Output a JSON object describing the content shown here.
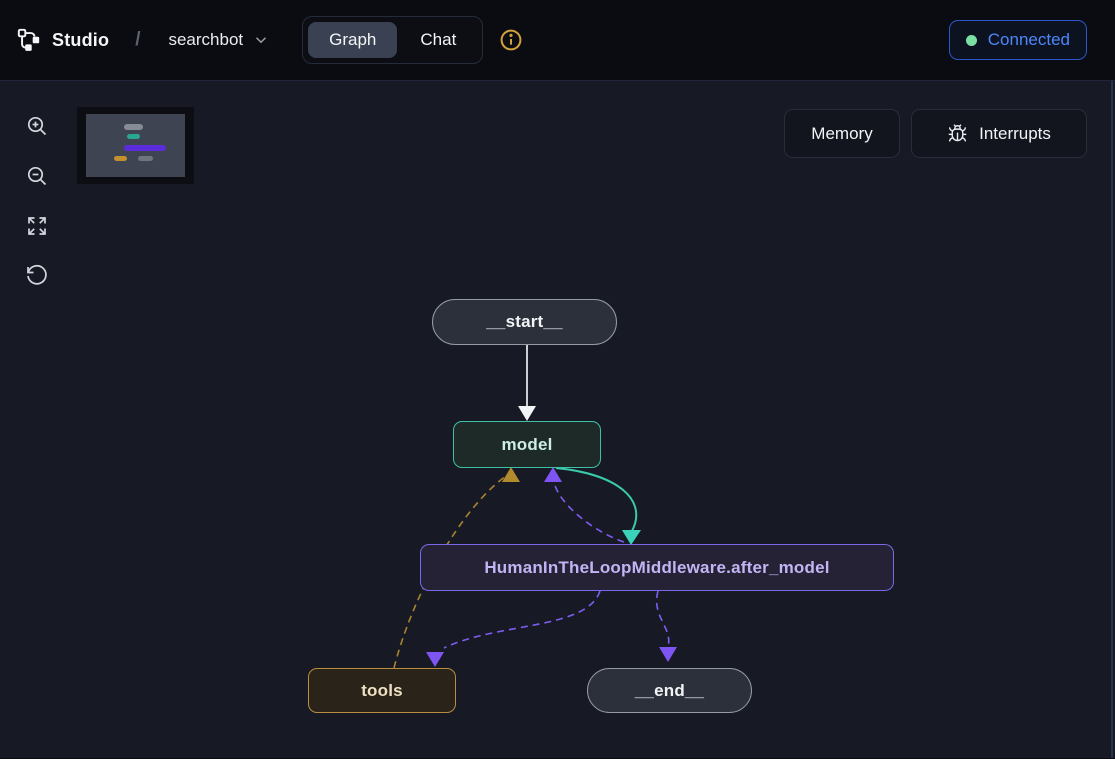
{
  "header": {
    "app_name": "Studio",
    "breadcrumb_separator": "/",
    "project": {
      "name": "searchbot"
    },
    "tabs": [
      {
        "label": "Graph",
        "active": true
      },
      {
        "label": "Chat",
        "active": false
      }
    ],
    "connection": {
      "label": "Connected",
      "dot_color": "#7be0a4",
      "text_color": "#4d86f8"
    },
    "info_icon_color": "#d3a23c"
  },
  "canvas": {
    "controls": [
      {
        "name": "zoom-in"
      },
      {
        "name": "zoom-out"
      },
      {
        "name": "fit-view"
      },
      {
        "name": "reset-view"
      }
    ],
    "buttons": {
      "memory": "Memory",
      "interrupts": "Interrupts"
    },
    "minimap": {
      "bars": [
        {
          "node": "__start__",
          "color": "#878c94"
        },
        {
          "node": "model",
          "color": "#2aa691"
        },
        {
          "node": "HumanInTheLoopMiddleware.after_model",
          "color": "#5a2dd8"
        },
        {
          "node": "tools",
          "color": "#c2912e"
        },
        {
          "node": "__end__",
          "color": "#6f747d"
        }
      ]
    }
  },
  "graph": {
    "nodes": [
      {
        "id": "__start__",
        "label": "__start__",
        "kind": "terminal",
        "accent": "#959ba4"
      },
      {
        "id": "model",
        "label": "model",
        "kind": "agent",
        "accent": "#3fc0a4"
      },
      {
        "id": "HumanInTheLoopMiddleware.after_model",
        "label": "HumanInTheLoopMiddleware.after_model",
        "kind": "middleware",
        "accent": "#7a68ec"
      },
      {
        "id": "tools",
        "label": "tools",
        "kind": "tools",
        "accent": "#b68e3d"
      },
      {
        "id": "__end__",
        "label": "__end__",
        "kind": "terminal",
        "accent": "#959ba4"
      }
    ],
    "edges": [
      {
        "from": "__start__",
        "to": "model",
        "style": "solid",
        "color": "#eceef2"
      },
      {
        "from": "model",
        "to": "HumanInTheLoopMiddleware.after_model",
        "style": "solid",
        "color": "#3bcaab"
      },
      {
        "from": "HumanInTheLoopMiddleware.after_model",
        "to": "model",
        "style": "dashed",
        "color": "#7e5cf0"
      },
      {
        "from": "tools",
        "to": "model",
        "style": "dashed",
        "color": "#a8842f"
      },
      {
        "from": "HumanInTheLoopMiddleware.after_model",
        "to": "tools",
        "style": "dashed",
        "color": "#7e5cf0"
      },
      {
        "from": "HumanInTheLoopMiddleware.after_model",
        "to": "__end__",
        "style": "dashed",
        "color": "#7e5cf0"
      }
    ]
  }
}
